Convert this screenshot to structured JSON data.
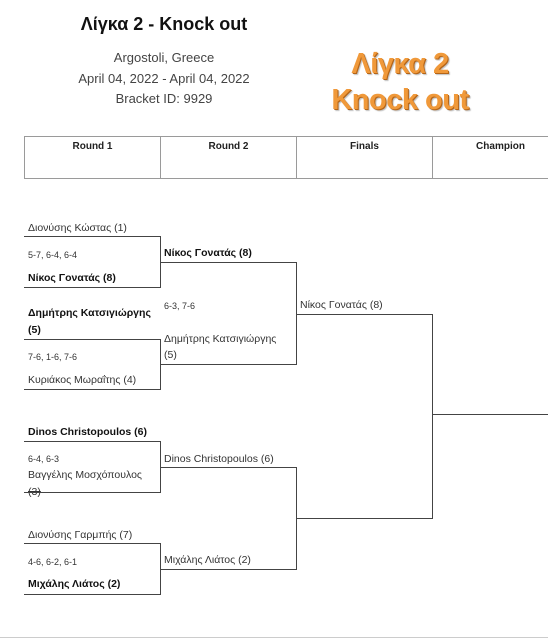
{
  "event": {
    "title": "Λίγκα 2 - Knock out",
    "location": "Argostoli, Greece",
    "dates": "April 04, 2022 - April 04, 2022",
    "bracket_id": "Bracket ID: 9929"
  },
  "logo": {
    "line1": "Λίγκα 2",
    "line2": "Knock out",
    "color": "#f0993a"
  },
  "rounds": [
    "Round 1",
    "Round 2",
    "Finals",
    "Champion"
  ],
  "round1": [
    {
      "top": "Διονύσης Κώστας (1)",
      "score": "5-7, 6-4, 6-4",
      "bottom": "Νίκος Γονατάς (8)"
    },
    {
      "top": "Δημήτρης Κατσιγιώργης",
      "top_seed": "(5)",
      "score": "7-6, 1-6, 7-6",
      "bottom": "Κυριάκος Μωραΐτης (4)"
    },
    {
      "top": "Dinos Christopoulos (6)",
      "score": "6-4, 6-3",
      "bottom": "Βαγγέλης Μοσχόπουλος",
      "bottom_seed": "(3)"
    },
    {
      "top": "Διονύσης Γαρμπής (7)",
      "score": "4-6, 6-2, 6-1",
      "bottom": "Μιχάλης Λιάτος (2)"
    }
  ],
  "round2": [
    {
      "top": "Νίκος Γονατάς (8)",
      "score": "6-3, 7-6",
      "bottom": "Δημήτρης Κατσιγιώργης",
      "bottom_seed": "(5)"
    },
    {
      "top": "Dinos Christopoulos (6)",
      "bottom": "Μιχάλης Λιάτος (2)"
    }
  ],
  "finals": {
    "top": "Νίκος Γονατάς (8)"
  }
}
